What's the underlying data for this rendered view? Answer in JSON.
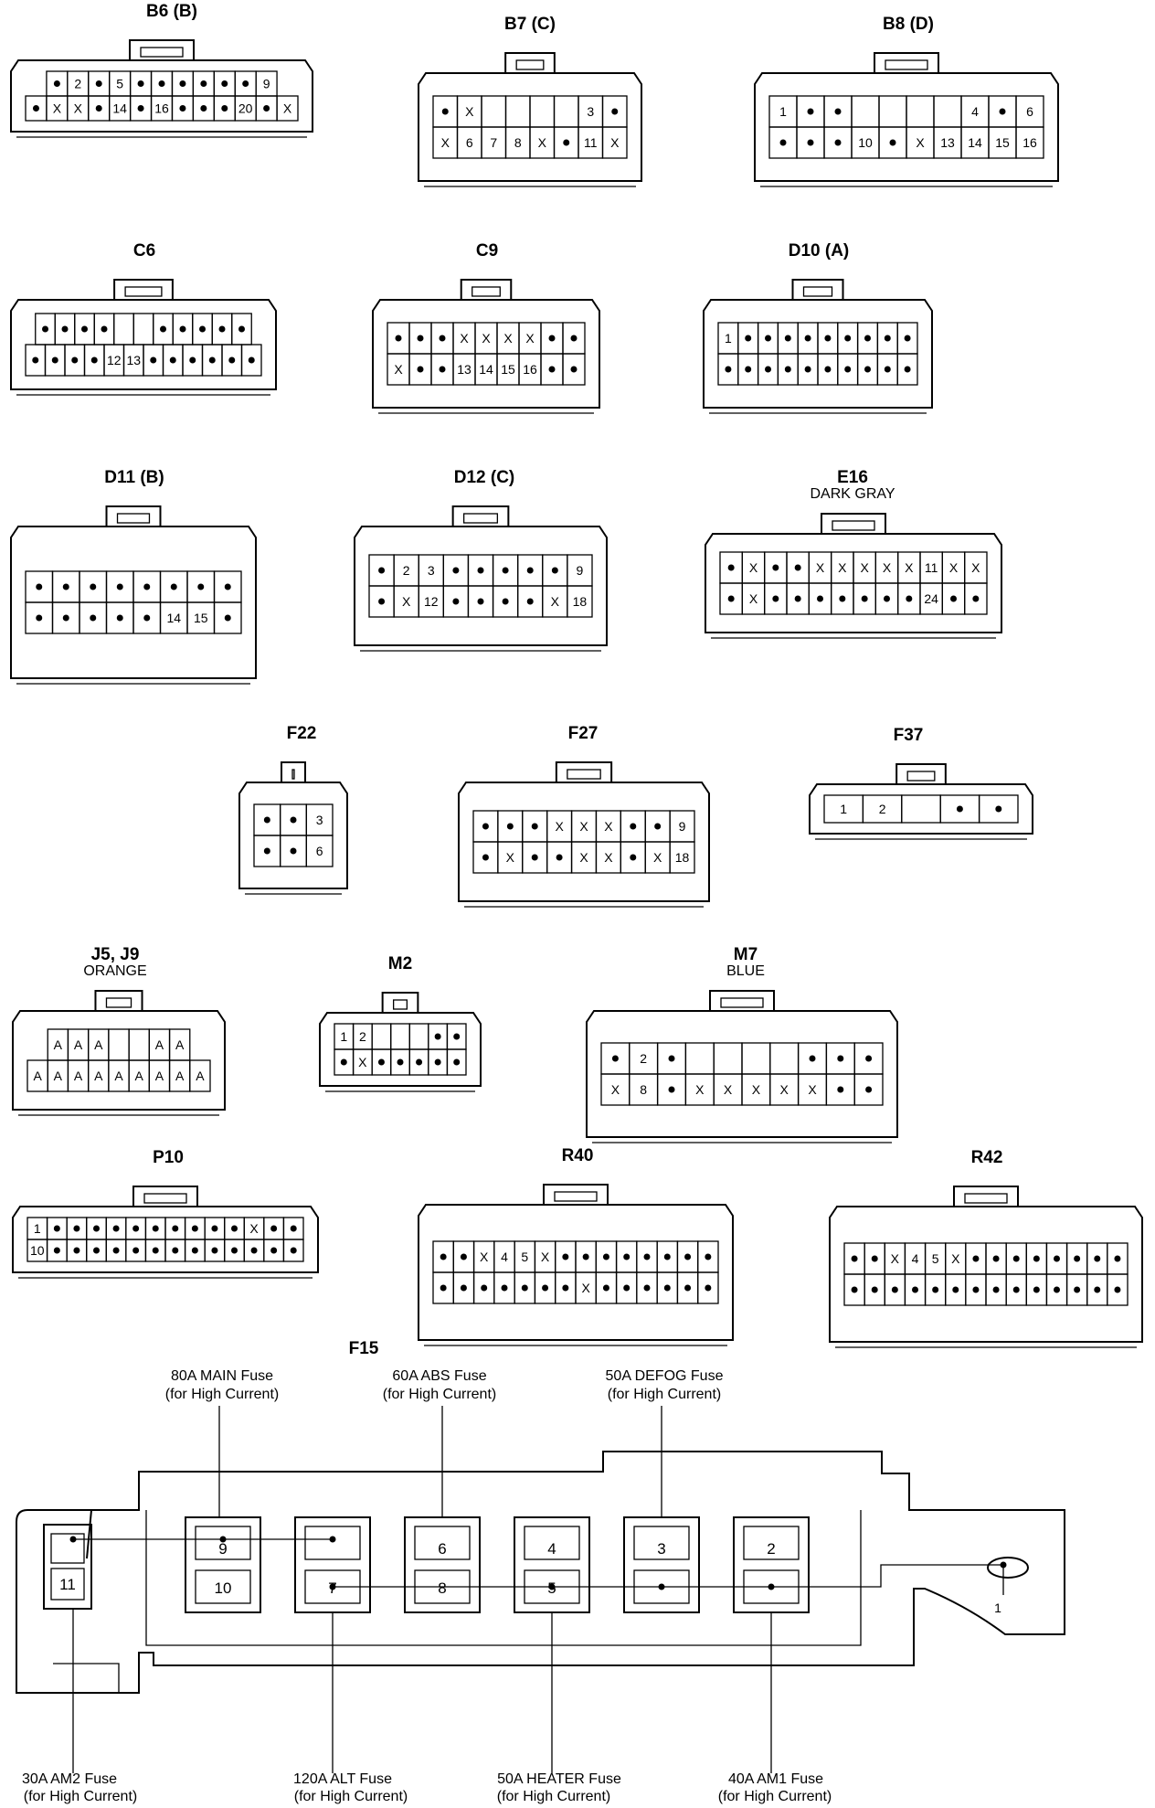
{
  "connectors": [
    {
      "id": "B6",
      "title": "B6 (B)",
      "subtitle": "",
      "rows": [
        [
          "•",
          "2",
          "•",
          "5",
          "•",
          "•",
          "•",
          "•",
          "•",
          "•",
          "9"
        ],
        [
          "•",
          "X",
          "X",
          "•",
          "14",
          "•",
          "16",
          "•",
          "•",
          "•",
          "20",
          "•",
          "X"
        ]
      ]
    },
    {
      "id": "B7",
      "title": "B7 (C)",
      "subtitle": "",
      "rows": [
        [
          "•",
          "X",
          "",
          "",
          "",
          "",
          "3",
          "•"
        ],
        [
          "X",
          "6",
          "7",
          "8",
          "X",
          "•",
          "11",
          "X"
        ]
      ]
    },
    {
      "id": "B8",
      "title": "B8 (D)",
      "subtitle": "",
      "rows": [
        [
          "1",
          "•",
          "•",
          "",
          "",
          "",
          "",
          "4",
          "•",
          "6"
        ],
        [
          "•",
          "•",
          "•",
          "10",
          "•",
          "X",
          "13",
          "14",
          "15",
          "16"
        ]
      ]
    },
    {
      "id": "C6",
      "title": "C6",
      "subtitle": "",
      "rows": [
        [
          "•",
          "•",
          "•",
          "•",
          "",
          "",
          "•",
          "•",
          "•",
          "•",
          "•"
        ],
        [
          "•",
          "•",
          "•",
          "•",
          "12",
          "13",
          "•",
          "•",
          "•",
          "•",
          "•",
          "•"
        ]
      ]
    },
    {
      "id": "C9",
      "title": "C9",
      "subtitle": "",
      "rows": [
        [
          "•",
          "•",
          "•",
          "X",
          "X",
          "X",
          "X",
          "•",
          "•"
        ],
        [
          "X",
          "•",
          "•",
          "13",
          "14",
          "15",
          "16",
          "•",
          "•"
        ]
      ]
    },
    {
      "id": "D10",
      "title": "D10 (A)",
      "subtitle": "",
      "rows": [
        [
          "1",
          "•",
          "•",
          "•",
          "•",
          "•",
          "•",
          "•",
          "•",
          "•"
        ],
        [
          "•",
          "•",
          "•",
          "•",
          "•",
          "•",
          "•",
          "•",
          "•",
          "•"
        ]
      ]
    },
    {
      "id": "D11",
      "title": "D11 (B)",
      "subtitle": "",
      "rows": [
        [
          "•",
          "•",
          "•",
          "•",
          "•",
          "•",
          "•",
          "•"
        ],
        [
          "•",
          "•",
          "•",
          "•",
          "•",
          "14",
          "15",
          "•"
        ]
      ]
    },
    {
      "id": "D12",
      "title": "D12 (C)",
      "subtitle": "",
      "rows": [
        [
          "•",
          "2",
          "3",
          "•",
          "•",
          "•",
          "•",
          "•",
          "9"
        ],
        [
          "•",
          "X",
          "12",
          "•",
          "•",
          "•",
          "•",
          "X",
          "18"
        ]
      ]
    },
    {
      "id": "E16",
      "title": "E16",
      "subtitle": "DARK GRAY",
      "rows": [
        [
          "•",
          "X",
          "•",
          "•",
          "X",
          "X",
          "X",
          "X",
          "X",
          "11",
          "X",
          "X"
        ],
        [
          "•",
          "X",
          "•",
          "•",
          "•",
          "•",
          "•",
          "•",
          "•",
          "24",
          "•",
          "•"
        ]
      ]
    },
    {
      "id": "F22",
      "title": "F22",
      "subtitle": "",
      "rows": [
        [
          "•",
          "•",
          "3"
        ],
        [
          "•",
          "•",
          "6"
        ]
      ]
    },
    {
      "id": "F27",
      "title": "F27",
      "subtitle": "",
      "rows": [
        [
          "•",
          "•",
          "•",
          "X",
          "X",
          "X",
          "•",
          "•",
          "9"
        ],
        [
          "•",
          "X",
          "•",
          "•",
          "X",
          "X",
          "•",
          "X",
          "18"
        ]
      ]
    },
    {
      "id": "F37",
      "title": "F37",
      "subtitle": "",
      "rows": [
        [
          "1",
          "2",
          "",
          "•",
          "•"
        ]
      ]
    },
    {
      "id": "J5",
      "title": "J5, J9",
      "subtitle": "ORANGE",
      "rows": [
        [
          "A",
          "A",
          "A",
          "",
          "",
          "A",
          "A"
        ],
        [
          "A",
          "A",
          "A",
          "A",
          "A",
          "A",
          "A",
          "A",
          "A"
        ]
      ]
    },
    {
      "id": "M2",
      "title": "M2",
      "subtitle": "",
      "rows": [
        [
          "1",
          "2",
          "",
          "",
          "",
          "•",
          "•"
        ],
        [
          "•",
          "X",
          "•",
          "•",
          "•",
          "•",
          "•"
        ]
      ]
    },
    {
      "id": "M7",
      "title": "M7",
      "subtitle": "BLUE",
      "rows": [
        [
          "•",
          "2",
          "•",
          "",
          "",
          "",
          "",
          "•",
          "•",
          "•"
        ],
        [
          "X",
          "8",
          "•",
          "X",
          "X",
          "X",
          "X",
          "X",
          "•",
          "•"
        ]
      ]
    },
    {
      "id": "P10",
      "title": "P10",
      "subtitle": "",
      "rows": [
        [
          "1",
          "•",
          "•",
          "•",
          "•",
          "•",
          "•",
          "•",
          "•",
          "•",
          "•",
          "X",
          "•",
          "•"
        ],
        [
          "10",
          "•",
          "•",
          "•",
          "•",
          "•",
          "•",
          "•",
          "•",
          "•",
          "•",
          "•",
          "•",
          "•"
        ]
      ]
    },
    {
      "id": "R40",
      "title": "R40",
      "subtitle": "",
      "rows": [
        [
          "•",
          "•",
          "X",
          "4",
          "5",
          "X",
          "•",
          "•",
          "•",
          "•",
          "•",
          "•",
          "•",
          "•"
        ],
        [
          "•",
          "•",
          "•",
          "•",
          "•",
          "•",
          "•",
          "X",
          "•",
          "•",
          "•",
          "•",
          "•",
          "•"
        ]
      ]
    },
    {
      "id": "R42",
      "title": "R42",
      "subtitle": "",
      "rows": [
        [
          "•",
          "•",
          "X",
          "4",
          "5",
          "X",
          "•",
          "•",
          "•",
          "•",
          "•",
          "•",
          "•",
          "•"
        ],
        [
          "•",
          "•",
          "•",
          "•",
          "•",
          "•",
          "•",
          "•",
          "•",
          "•",
          "•",
          "•",
          "•",
          "•"
        ]
      ]
    }
  ],
  "f15": {
    "title": "F15",
    "top_labels": [
      {
        "name": "80A MAIN Fuse",
        "sub": "(for High Current)"
      },
      {
        "name": "60A ABS Fuse",
        "sub": "(for High Current)"
      },
      {
        "name": "50A DEFOG Fuse",
        "sub": "(for High Current)"
      }
    ],
    "bottom_labels": [
      {
        "name": "30A AM2 Fuse",
        "sub": "(for High Current)"
      },
      {
        "name": "120A ALT Fuse",
        "sub": "(for High Current)"
      },
      {
        "name": "50A HEATER Fuse",
        "sub": "(for High Current)"
      },
      {
        "name": "40A AM1 Fuse",
        "sub": "(for High Current)"
      }
    ],
    "terminals": {
      "t11": "11",
      "t9": "9",
      "t10": "10",
      "t7": "7",
      "t6": "6",
      "t8": "8",
      "t4": "4",
      "t5": "5",
      "t3": "3",
      "t2": "2",
      "t1": "1"
    }
  }
}
